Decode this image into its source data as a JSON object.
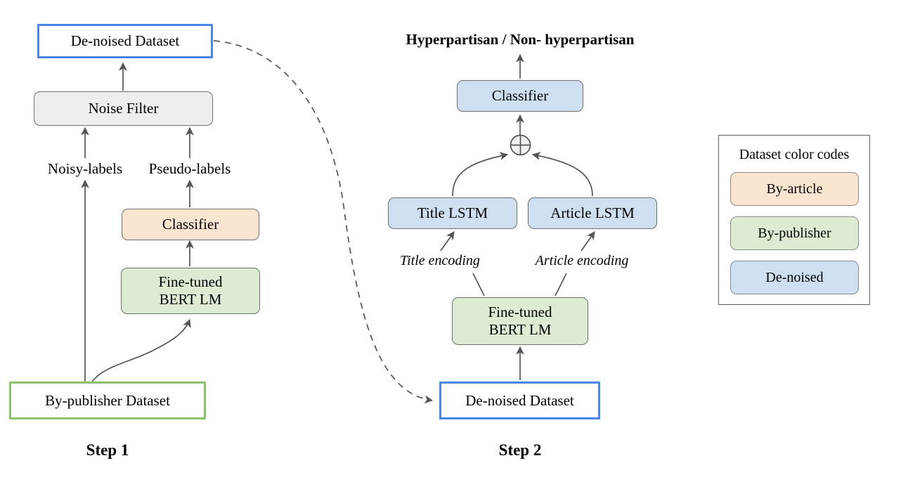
{
  "diagram": {
    "title_bold_top": "Hyperpartisan / Non- hyperpartisan",
    "step1_caption": "Step 1",
    "step2_caption": "Step 2"
  },
  "colors": {
    "blue_border": "#4a86e8",
    "green_border": "#8bc26e",
    "fill_peach": "#fbe5d0",
    "fill_green": "#dcebd2",
    "fill_blue": "#cedff2",
    "fill_grey": "#eeeeee",
    "node_stroke": "#6f6f6f",
    "edge_stroke": "#555555"
  },
  "step1": {
    "nodes": {
      "denoised_dataset": "De-noised Dataset",
      "noise_filter": "Noise Filter",
      "classifier": "Classifier",
      "bert_line1": "Fine-tuned",
      "bert_line2": "BERT LM",
      "bypublisher_dataset": "By-publisher Dataset"
    },
    "edge_labels": {
      "noisy_labels": "Noisy-labels",
      "pseudo_labels": "Pseudo-labels"
    }
  },
  "step2": {
    "nodes": {
      "classifier": "Classifier",
      "title_lstm": "Title LSTM",
      "article_lstm": "Article LSTM",
      "bert_line1": "Fine-tuned",
      "bert_line2": "BERT LM",
      "denoised_dataset": "De-noised Dataset"
    },
    "edge_labels": {
      "title_encoding": "Title encoding",
      "article_encoding": "Article encoding"
    },
    "merge_symbol": "⊕"
  },
  "legend": {
    "title": "Dataset color codes",
    "items": [
      {
        "label": "By-article",
        "color": "#fbe5d0"
      },
      {
        "label": "By-publisher",
        "color": "#dcebd2"
      },
      {
        "label": "De-noised",
        "color": "#cedff2"
      }
    ]
  }
}
